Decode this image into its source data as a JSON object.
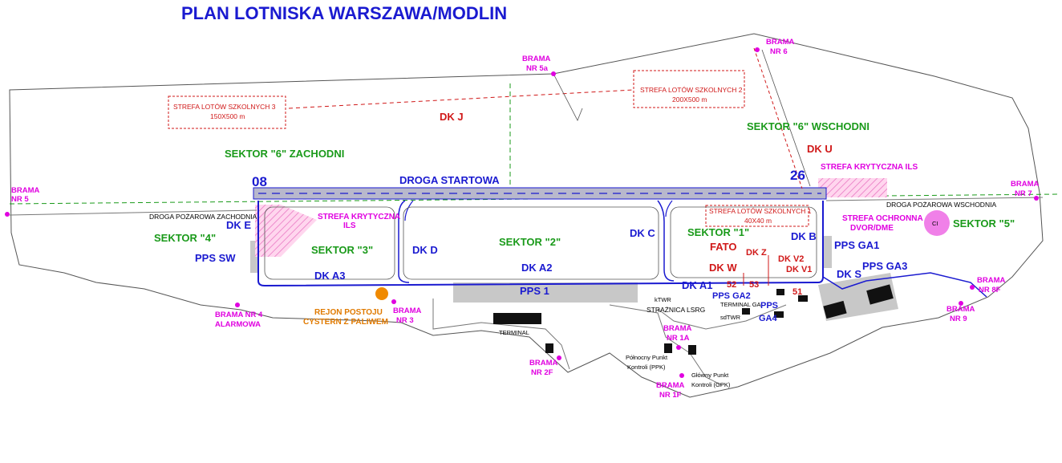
{
  "title": "PLAN LOTNISKA WARSZAWA/MODLIN",
  "gates": {
    "g5": [
      "BRAMA",
      "NR 5"
    ],
    "g5a": [
      "BRAMA",
      "NR 5a"
    ],
    "g6": [
      "BRAMA",
      "NR 6"
    ],
    "g7": [
      "BRAMA",
      "NR 7"
    ],
    "g4": [
      "BRAMA NR 4",
      "ALARMOWA"
    ],
    "g3": [
      "BRAMA",
      "NR 3"
    ],
    "g2f": [
      "BRAMA",
      "NR 2F"
    ],
    "g1a": [
      "BRAMA",
      "NR 1A"
    ],
    "g1f": [
      "BRAMA",
      "NR 1F"
    ],
    "g8f": [
      "BRAMA",
      "NR 8F"
    ],
    "g9": [
      "BRAMA",
      "NR 9"
    ]
  },
  "training_zones": {
    "z3": [
      "STREFA LOTÓW SZKOLNYCH 3",
      "150X500 m"
    ],
    "z2": [
      "STREFA LOTÓW SZKOLNYCH 2",
      "200X500 m"
    ],
    "z1": [
      "STREFA LOTÓW SZKOLNYCH 1",
      "40X40 m"
    ]
  },
  "sectors": {
    "s6z": "SEKTOR \"6\" ZACHODNI",
    "s6w": "SEKTOR \"6\" WSCHODNI",
    "s4": "SEKTOR \"4\"",
    "s3": "SEKTOR \"3\"",
    "s2": "SEKTOR \"2\"",
    "s1": "SEKTOR \"1\"",
    "s5": "SEKTOR \"5\""
  },
  "taxiways_red": {
    "dkj": "DK J",
    "dku": "DK U",
    "fato": "FATO",
    "dkz": "DK Z",
    "dkw": "DK W",
    "dkv2": "DK V2",
    "dkv1": "DK V1",
    "n52": "52",
    "n53": "53",
    "n51": "51"
  },
  "blue_labels": {
    "rwy08": "08",
    "rwy26": "26",
    "runway": "DROGA STARTOWA",
    "dke": "DK E",
    "ppssw": "PPS SW",
    "dka3": "DK A3",
    "dkd": "DK D",
    "dka2": "DK A2",
    "dkc": "DK C",
    "dkb": "DK B",
    "ppsga1": "PPS GA1",
    "ppsga3": "PPS GA3",
    "dks": "DK S",
    "pps1": "PPS 1",
    "dka1": "DK A1",
    "ppsga2": "PPS GA2",
    "pps_ga4": [
      "PPS",
      "GA4"
    ]
  },
  "pink_labels": {
    "ils_critical": "STREFA KRYTYCZNA ILS",
    "critical_w": [
      "STREFA KRYTYCZNA",
      "ILS"
    ],
    "dvor": [
      "STREFA OCHRONNA",
      "DVOR/DME"
    ]
  },
  "black_labels": {
    "fire_road_w": "DROGA POŻAROWA ZACHODNIA",
    "fire_road_e": "DROGA POŻAROWA WSCHODNIA",
    "terminal": "TERMINAL",
    "ktwr": "kTWR",
    "lsrg": "STRAŻNICA LSRG",
    "terminal_ga": "TERMINAL GA",
    "sdtwr": "sdTWR",
    "ppk": [
      "Północny Punkt",
      "Kontroli (PPK)"
    ],
    "gpk": [
      "Główny Punkt",
      "Kontroli (GPK)"
    ],
    "dvor_tag": "CI"
  },
  "fuel": [
    "REJON POSTOJU",
    "CYSTERN Z PALIWEM"
  ],
  "colors": {
    "title": "#1a1ad0",
    "gate": "#e000e0",
    "sector": "#1a9a1a",
    "taxiway_red": "#d01818",
    "taxiway_blue": "#1a1ad0",
    "fuel": "#e07a00",
    "runway_fill": "#b8b8cc"
  }
}
